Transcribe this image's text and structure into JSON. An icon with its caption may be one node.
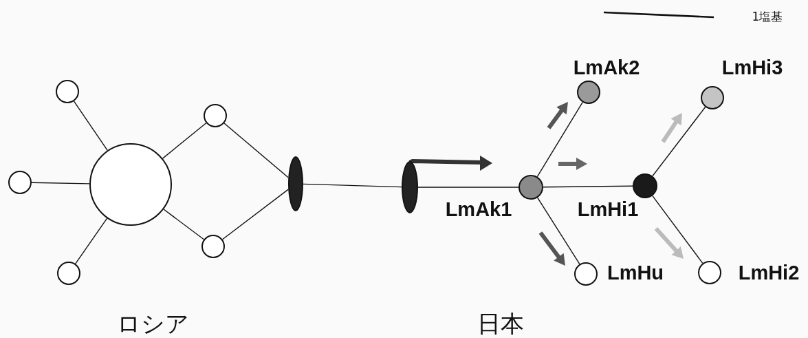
{
  "diagram": {
    "nodes": [
      {
        "text": [],
        "shape": "circle"
      },
      {
        "text": [],
        "shape": "circle"
      },
      {
        "text": [],
        "shape": "circle"
      },
      {
        "text": [],
        "shape": "circle"
      },
      {
        "text": [],
        "shape": "circle"
      },
      {
        "text": [],
        "shape": "circle"
      },
      {
        "text": [],
        "shape": "ellipse"
      },
      {
        "text": [],
        "shape": "ellipse"
      },
      {
        "text": [],
        "shape": "circle",
        "beside": [
          "LmAk2"
        ]
      },
      {
        "text": [],
        "shape": "circle",
        "beside": [
          "LmHi3"
        ]
      },
      {
        "text": [],
        "shape": "circle",
        "beside": [
          "LmAk1"
        ]
      },
      {
        "text": [],
        "shape": "circle",
        "beside": [
          "LmHi1"
        ]
      },
      {
        "text": [],
        "shape": "circle",
        "beside": [
          "LmHu"
        ]
      },
      {
        "text": [],
        "shape": "circle",
        "beside": [
          "LmHi2"
        ]
      }
    ],
    "edges": [
      {
        "from": 0,
        "to": 1,
        "arrow": "none"
      },
      {
        "from": 0,
        "to": 2,
        "arrow": "none"
      },
      {
        "from": 0,
        "to": 3,
        "arrow": "none"
      },
      {
        "from": 0,
        "to": 4,
        "arrow": "none"
      },
      {
        "from": 0,
        "to": 5,
        "arrow": "none"
      },
      {
        "from": 4,
        "to": 6,
        "arrow": "none"
      },
      {
        "from": 5,
        "to": 6,
        "arrow": "none"
      },
      {
        "from": 6,
        "to": 7,
        "arrow": "none"
      },
      {
        "from": 7,
        "to": 10,
        "arrow": "none"
      },
      {
        "from": 10,
        "to": 8,
        "arrow": "none"
      },
      {
        "from": 10,
        "to": 11,
        "arrow": "none"
      },
      {
        "from": 10,
        "to": 12,
        "arrow": "none"
      },
      {
        "from": 11,
        "to": 9,
        "arrow": "none"
      },
      {
        "from": 11,
        "to": 13,
        "arrow": "none"
      }
    ],
    "labels": [
      "1塩基",
      "ロシア",
      "日本"
    ]
  }
}
